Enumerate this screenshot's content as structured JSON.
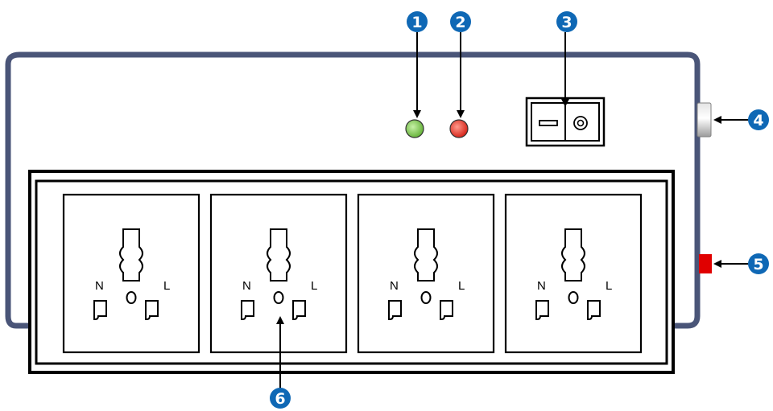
{
  "colors": {
    "housing_border": "#4a5578",
    "callout_fill": "#0f68b5",
    "callout_text": "#ffffff",
    "led_green": "#7ec94f",
    "led_red": "#e23b2f",
    "fuse_red": "#e00000",
    "socket_outline": "#000000"
  },
  "callouts": [
    {
      "label": "1",
      "target": "green-indicator-led"
    },
    {
      "label": "2",
      "target": "red-indicator-led"
    },
    {
      "label": "3",
      "target": "power-switch"
    },
    {
      "label": "4",
      "target": "side-knob"
    },
    {
      "label": "5",
      "target": "fuse-reset-button"
    },
    {
      "label": "6",
      "target": "socket-ground-hole"
    }
  ],
  "sockets": [
    {
      "neutral_label": "N",
      "live_label": "L"
    },
    {
      "neutral_label": "N",
      "live_label": "L"
    },
    {
      "neutral_label": "N",
      "live_label": "L"
    },
    {
      "neutral_label": "N",
      "live_label": "L"
    }
  ]
}
